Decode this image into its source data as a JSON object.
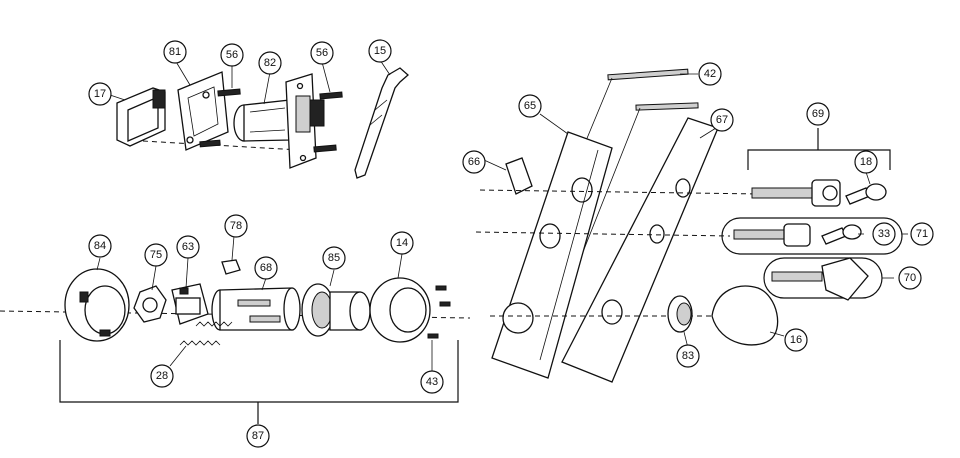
{
  "diagram": {
    "callouts": [
      {
        "id": "c17",
        "label": "17"
      },
      {
        "id": "c81",
        "label": "81"
      },
      {
        "id": "c56a",
        "label": "56"
      },
      {
        "id": "c82",
        "label": "82"
      },
      {
        "id": "c56b",
        "label": "56"
      },
      {
        "id": "c15",
        "label": "15"
      },
      {
        "id": "c42",
        "label": "42"
      },
      {
        "id": "c65",
        "label": "65"
      },
      {
        "id": "c67",
        "label": "67"
      },
      {
        "id": "c69",
        "label": "69"
      },
      {
        "id": "c66",
        "label": "66"
      },
      {
        "id": "c18",
        "label": "18"
      },
      {
        "id": "c33",
        "label": "33"
      },
      {
        "id": "c71",
        "label": "71"
      },
      {
        "id": "c70",
        "label": "70"
      },
      {
        "id": "c16",
        "label": "16"
      },
      {
        "id": "c83",
        "label": "83"
      },
      {
        "id": "c84",
        "label": "84"
      },
      {
        "id": "c75",
        "label": "75"
      },
      {
        "id": "c63",
        "label": "63"
      },
      {
        "id": "c78",
        "label": "78"
      },
      {
        "id": "c68",
        "label": "68"
      },
      {
        "id": "c85",
        "label": "85"
      },
      {
        "id": "c14",
        "label": "14"
      },
      {
        "id": "c28",
        "label": "28"
      },
      {
        "id": "c43",
        "label": "43"
      },
      {
        "id": "c87",
        "label": "87"
      }
    ]
  }
}
